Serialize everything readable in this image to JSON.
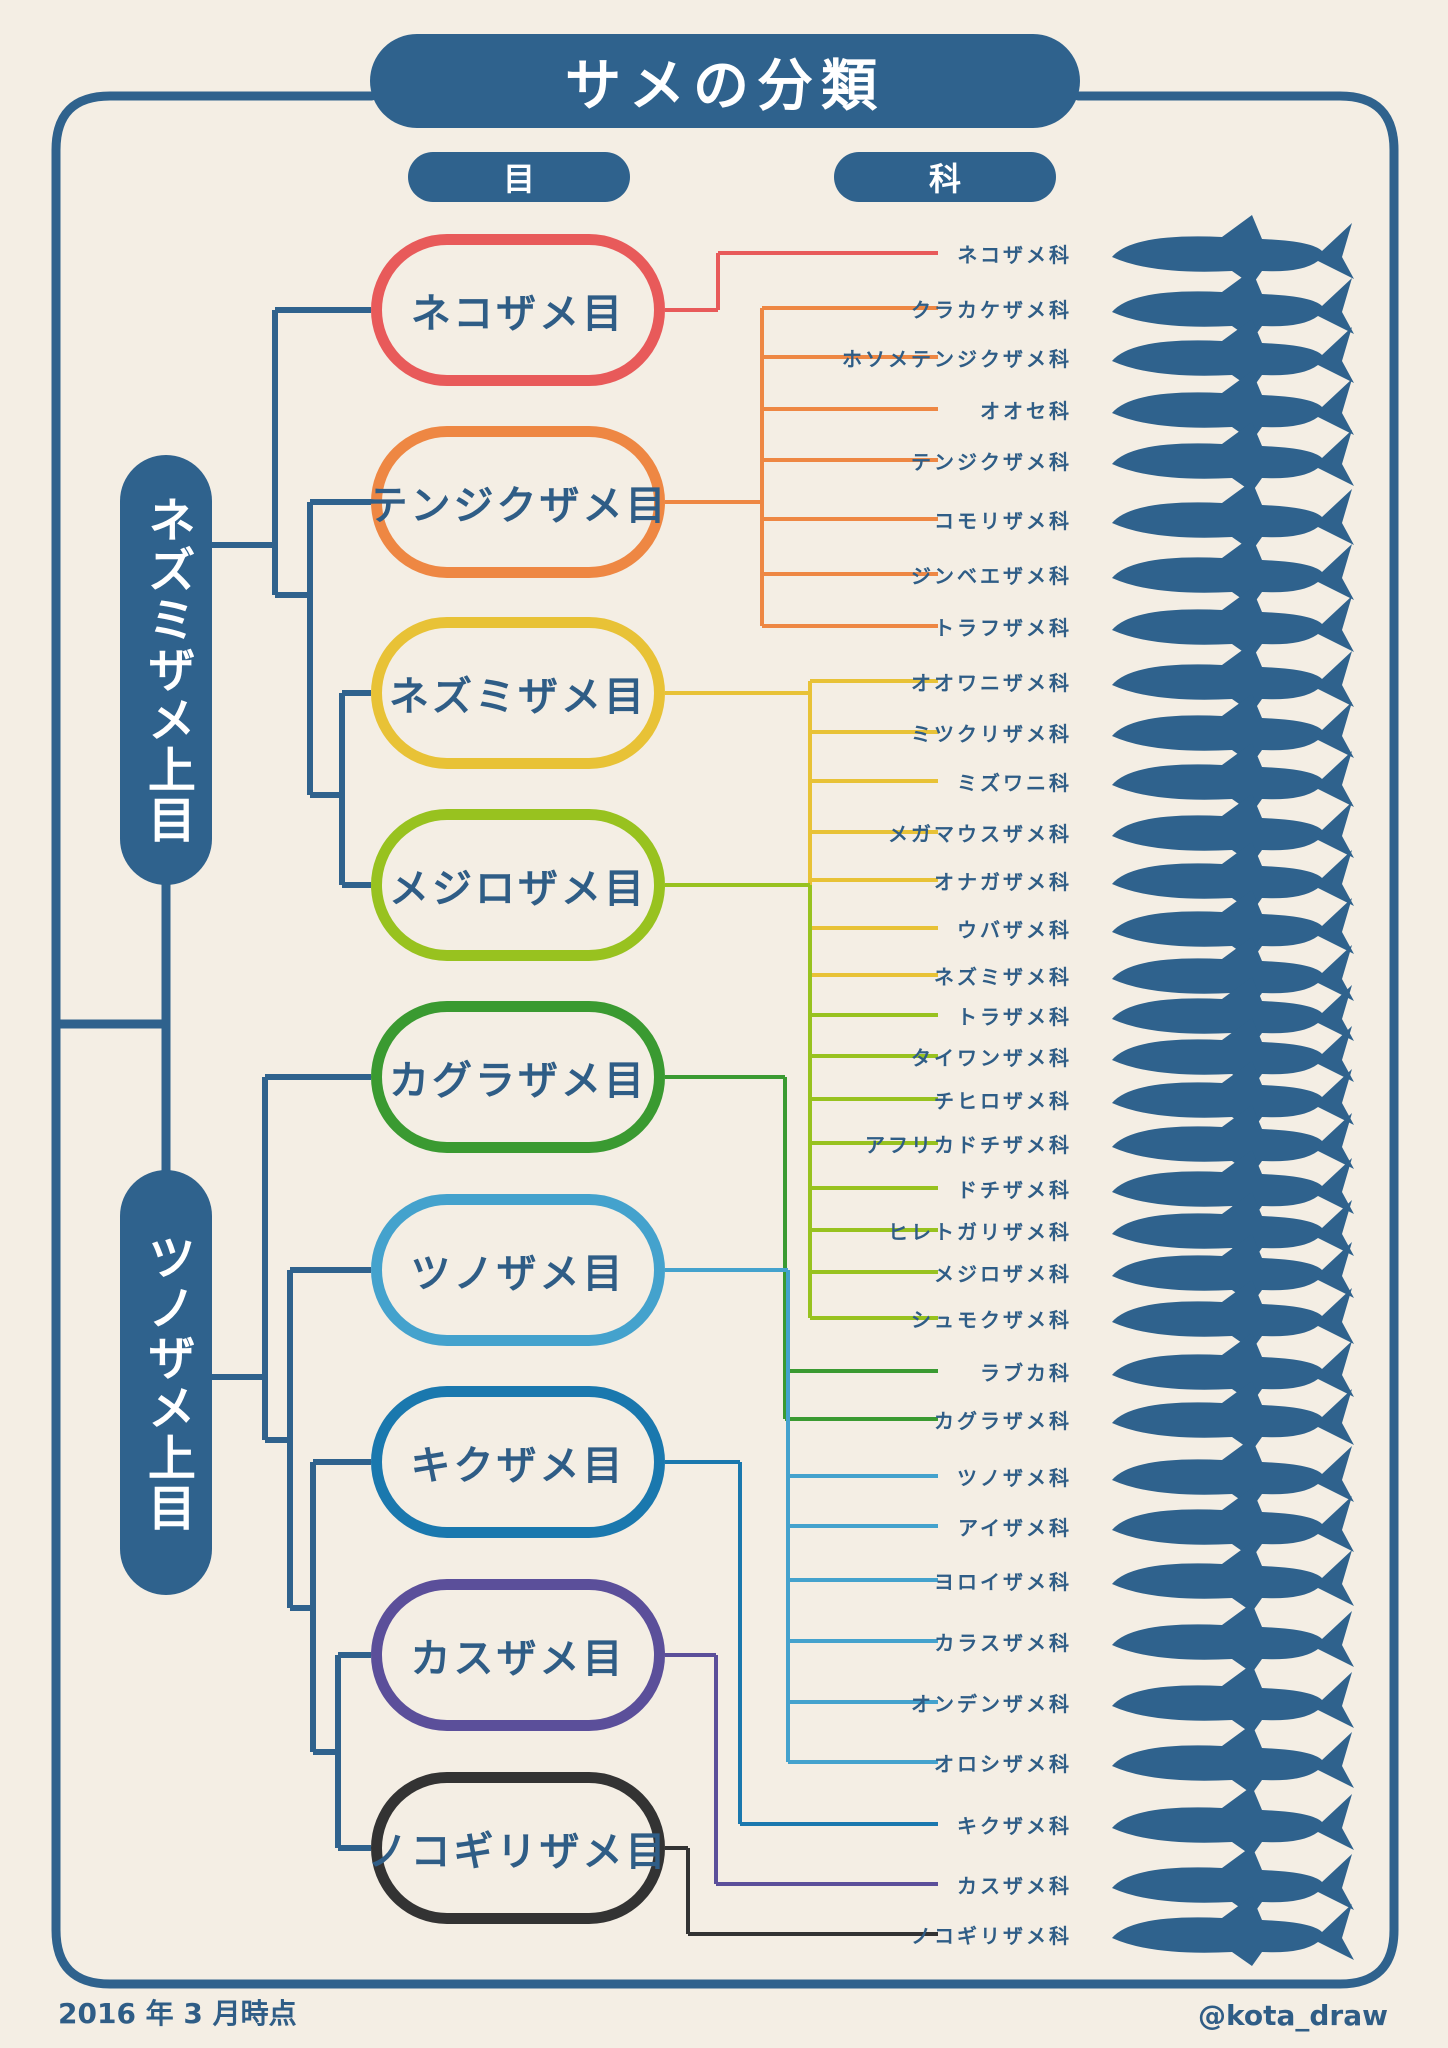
{
  "title": "サメの分類",
  "headers": {
    "order": "目",
    "family": "科"
  },
  "superorders": [
    {
      "label": "ネズミザメ上目"
    },
    {
      "label": "ツノザメ上目"
    }
  ],
  "orders": [
    {
      "label": "ネコザメ目",
      "color": "#e85a5a"
    },
    {
      "label": "テンジクザメ目",
      "color": "#ee8743"
    },
    {
      "label": "ネズミザメ目",
      "color": "#e8c236"
    },
    {
      "label": "メジロザメ目",
      "color": "#98c21f"
    },
    {
      "label": "カグラザメ目",
      "color": "#3a9a31"
    },
    {
      "label": "ツノザメ目",
      "color": "#44a2cd"
    },
    {
      "label": "キクザメ目",
      "color": "#1a78ae"
    },
    {
      "label": "カスザメ目",
      "color": "#5b4f9a"
    },
    {
      "label": "ノコギリザメ目",
      "color": "#333333"
    }
  ],
  "families": [
    {
      "label": "ネコザメ科",
      "order": 0
    },
    {
      "label": "クラカケザメ科",
      "order": 1
    },
    {
      "label": "ホソメテンジクザメ科",
      "order": 1
    },
    {
      "label": "オオセ科",
      "order": 1
    },
    {
      "label": "テンジクザメ科",
      "order": 1
    },
    {
      "label": "コモリザメ科",
      "order": 1
    },
    {
      "label": "ジンベエザメ科",
      "order": 1
    },
    {
      "label": "トラフザメ科",
      "order": 1
    },
    {
      "label": "オオワニザメ科",
      "order": 2
    },
    {
      "label": "ミツクリザメ科",
      "order": 2
    },
    {
      "label": "ミズワニ科",
      "order": 2
    },
    {
      "label": "メガマウスザメ科",
      "order": 2
    },
    {
      "label": "オナガザメ科",
      "order": 2
    },
    {
      "label": "ウバザメ科",
      "order": 2
    },
    {
      "label": "ネズミザメ科",
      "order": 2
    },
    {
      "label": "トラザメ科",
      "order": 3
    },
    {
      "label": "タイワンザメ科",
      "order": 3
    },
    {
      "label": "チヒロザメ科",
      "order": 3
    },
    {
      "label": "アフリカドチザメ科",
      "order": 3
    },
    {
      "label": "ドチザメ科",
      "order": 3
    },
    {
      "label": "ヒレトガリザメ科",
      "order": 3
    },
    {
      "label": "メジロザメ科",
      "order": 3
    },
    {
      "label": "シュモクザメ科",
      "order": 3
    },
    {
      "label": "ラブカ科",
      "order": 4
    },
    {
      "label": "カグラザメ科",
      "order": 4
    },
    {
      "label": "ツノザメ科",
      "order": 5
    },
    {
      "label": "アイザメ科",
      "order": 5
    },
    {
      "label": "ヨロイザメ科",
      "order": 5
    },
    {
      "label": "カラスザメ科",
      "order": 5
    },
    {
      "label": "オンデンザメ科",
      "order": 5
    },
    {
      "label": "オロシザメ科",
      "order": 5
    },
    {
      "label": "キクザメ科",
      "order": 6
    },
    {
      "label": "カスザメ科",
      "order": 7
    },
    {
      "label": "ノコギリザメ科",
      "order": 8
    }
  ],
  "colors": {
    "frame": "#2f628d",
    "text": "#2f5d86",
    "silhouette": "#2f628d",
    "background": "#f4eee4"
  },
  "silhouette_icon": "shark-silhouette-icon",
  "footer": {
    "date": "2016 年 3 月時点",
    "credit": "@kota_draw"
  }
}
